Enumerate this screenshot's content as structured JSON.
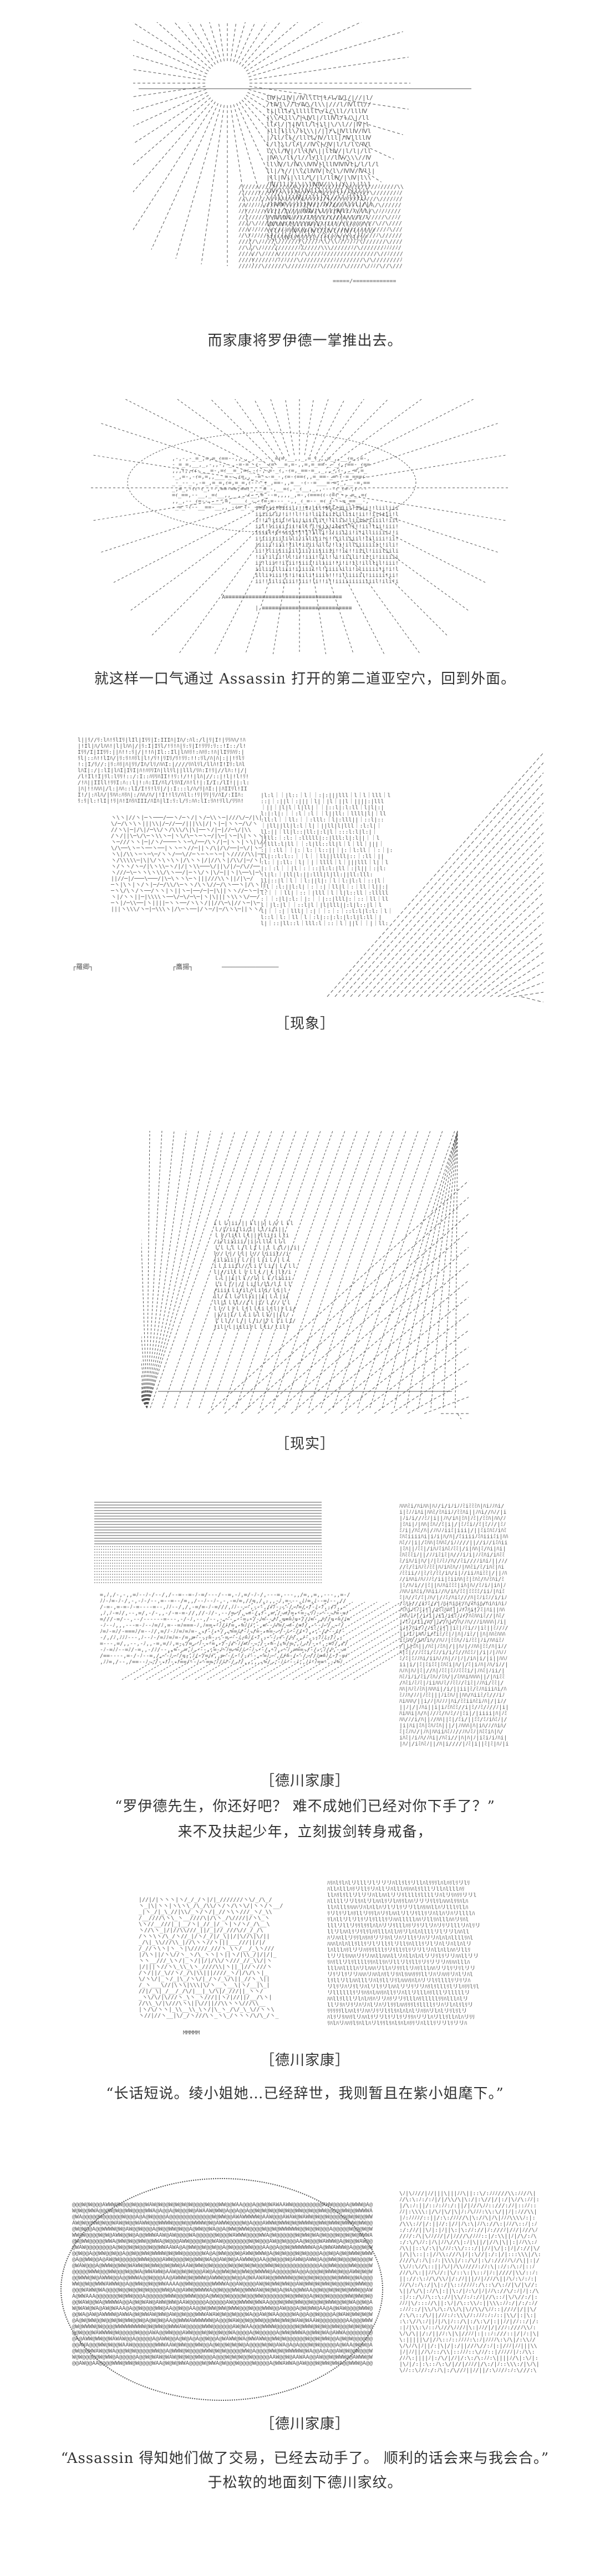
{
  "scenes": [
    {
      "caption": "而家康将罗伊德一掌推出去。"
    },
    {
      "caption": "就这样一口气通过 Assassin 打开的第二道亚空穴，回到外面。"
    },
    {
      "caption": "［现象］"
    },
    {
      "caption": "［现实］"
    },
    {
      "speaker": "［德川家康］",
      "lines": [
        "“罗伊德先生，你还好吧？ 难不成她们已经对你下手了？”",
        "来不及扶起少年，立刻拔剑转身戒备，"
      ]
    },
    {
      "speaker": "［德川家康］",
      "lines": [
        "“长话短说。绫小姐她…已经辞世，我则暂且在紫小姐麾下。”"
      ]
    },
    {
      "speaker": "［德川家康］",
      "lines": [
        "“Assassin 得知她们做了交易，已经去动手了。 顺利的话会来与我会合。”",
        "于松软的地面刻下德川家纹。"
      ]
    }
  ],
  "art_labels": {
    "left_tag": "┌羅卿┐",
    "right_tag": "┌鷹揚┐"
  },
  "colors": {
    "ink": "#333333",
    "art": "#555555",
    "background": "#ffffff"
  }
}
